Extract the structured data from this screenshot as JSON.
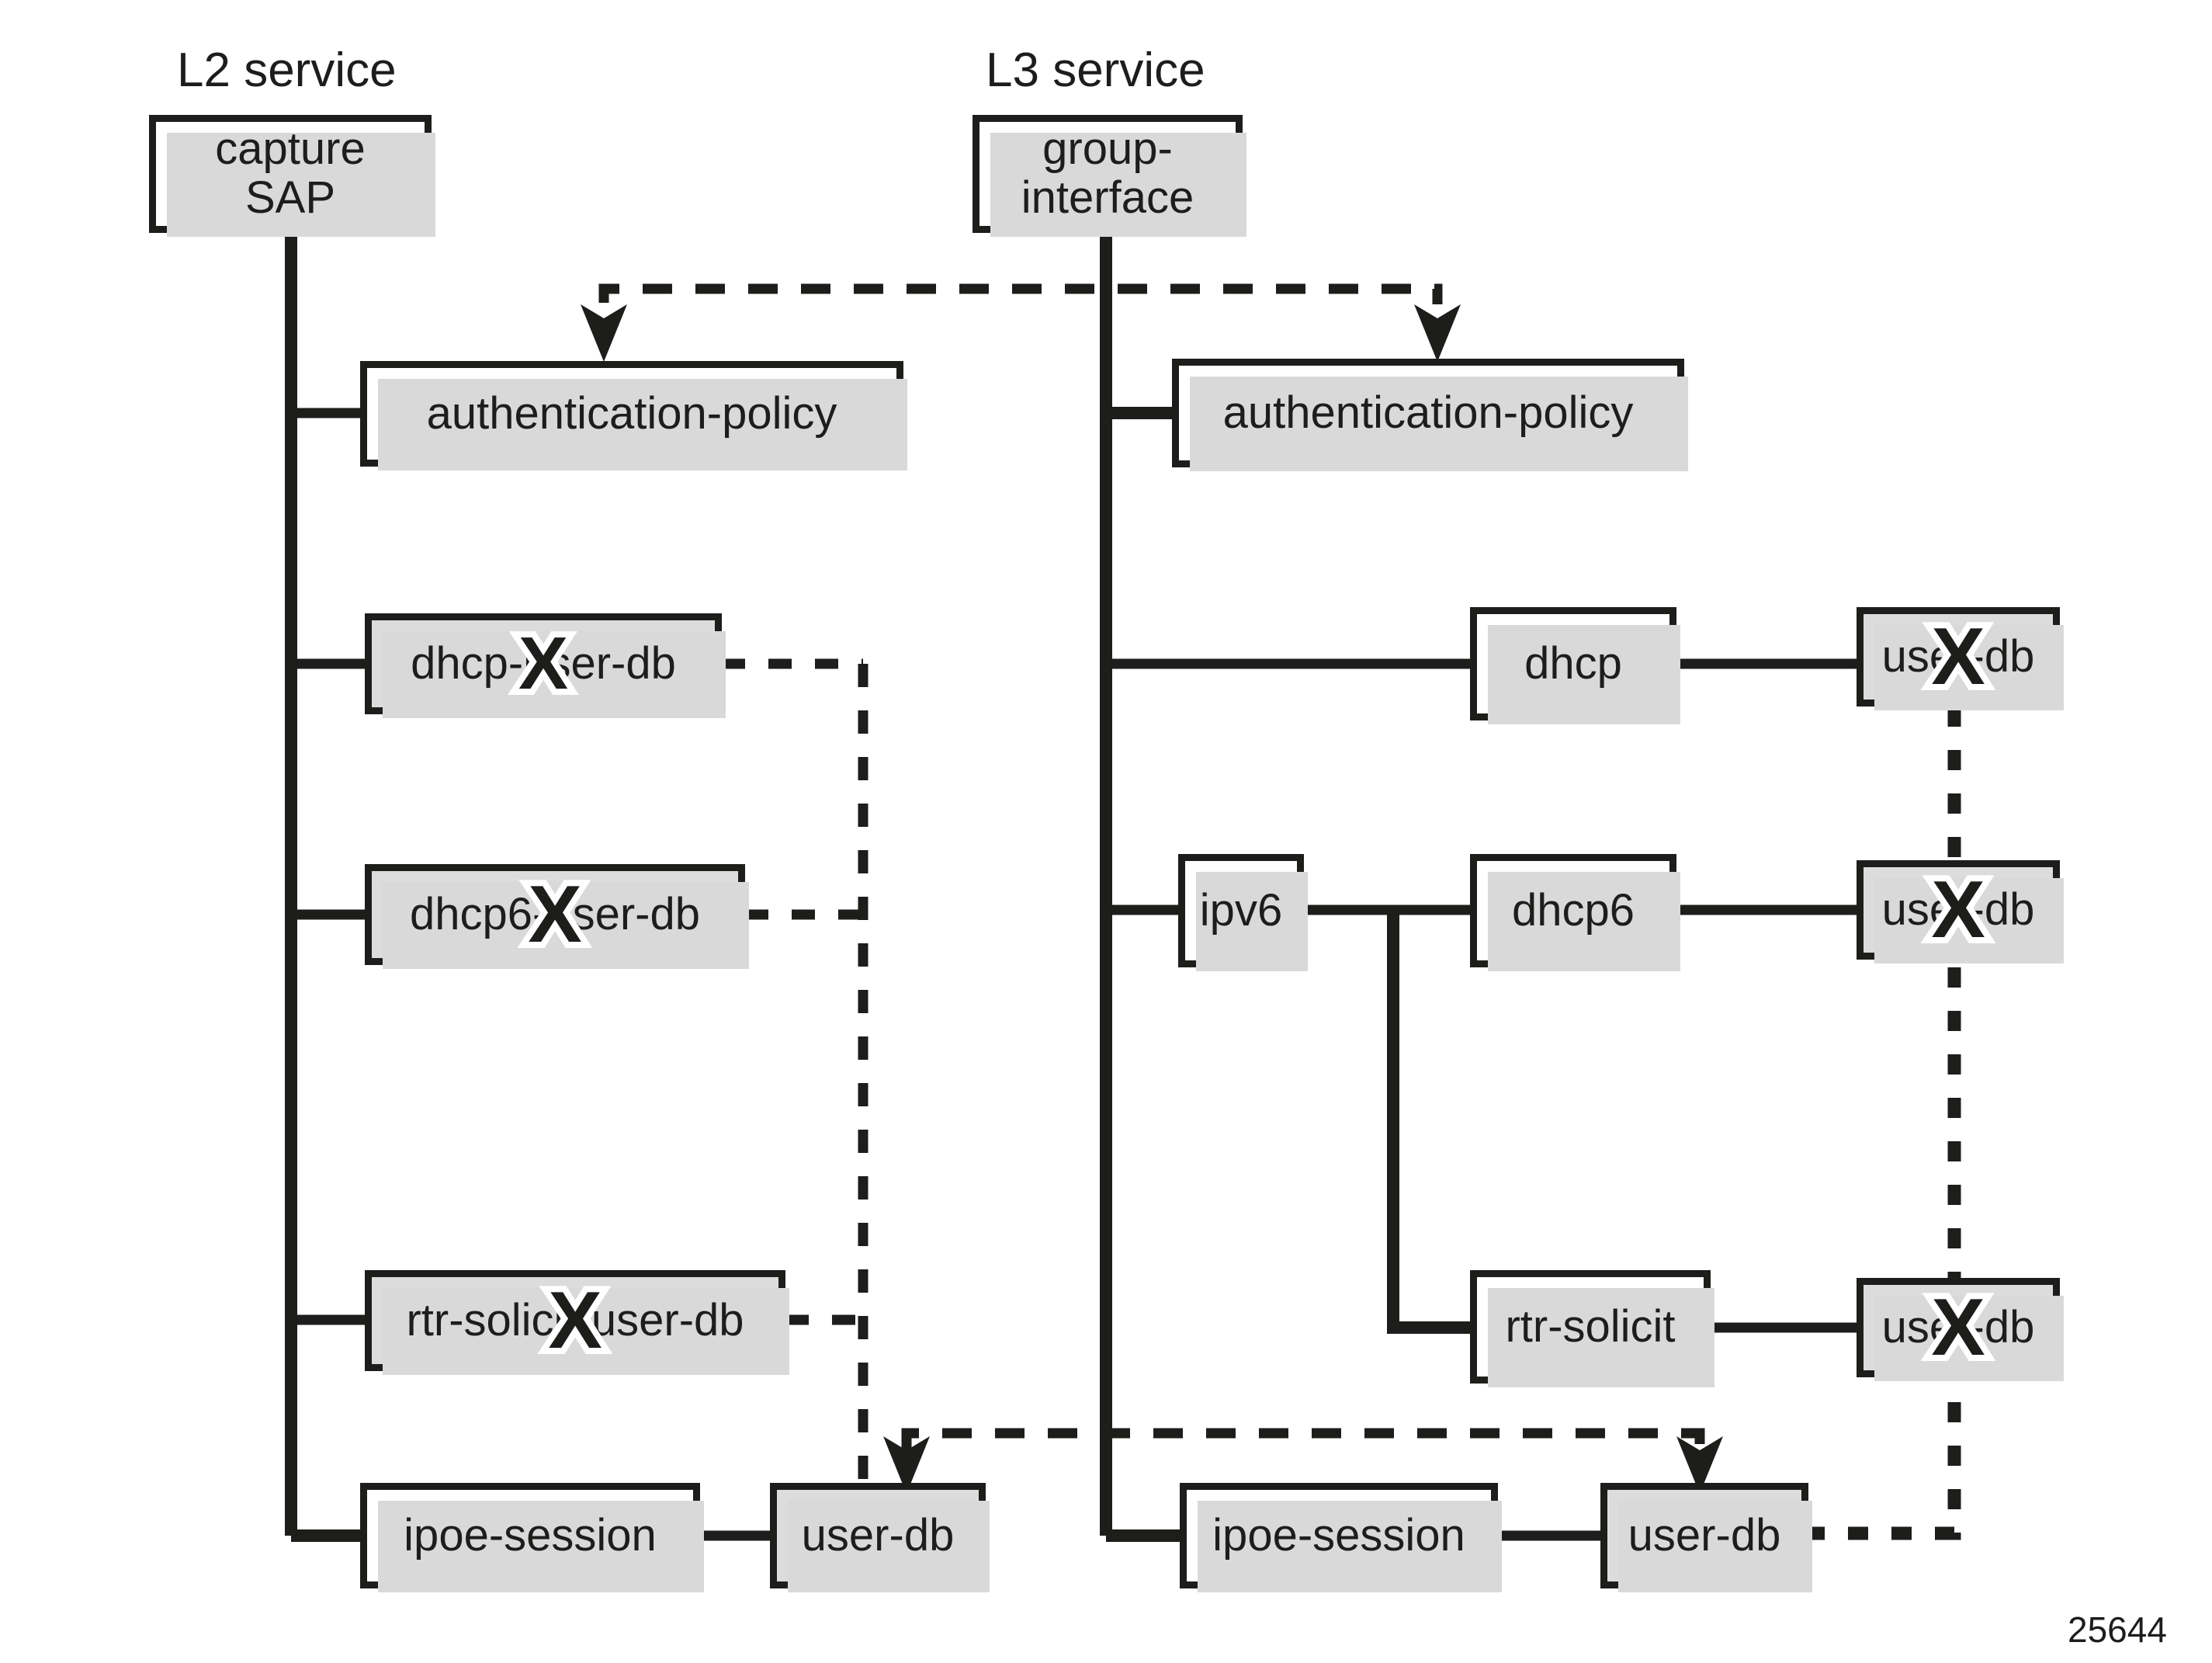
{
  "figure": {
    "number": "25644",
    "columns": [
      {
        "id": "l2",
        "caption": "L2 service",
        "root": "capture SAP"
      },
      {
        "id": "l3",
        "caption": "L3 service",
        "root": "group-interface"
      }
    ]
  },
  "l2_column": {
    "caption": "L2 service",
    "root_line1": "capture",
    "root_line2": "SAP",
    "nodes": [
      {
        "label": "authentication-policy",
        "shaded": false,
        "struck": false
      },
      {
        "label": "dhcp-user-db",
        "shaded": true,
        "struck": true
      },
      {
        "label": "dhcp6-user-db",
        "shaded": true,
        "struck": true
      },
      {
        "label": "rtr-solicit-user-db",
        "shaded": true,
        "struck": true
      },
      {
        "label": "ipoe-session",
        "shaded": false,
        "struck": false
      },
      {
        "label": "user-db",
        "shaded": true,
        "struck": false
      }
    ]
  },
  "l3_column": {
    "caption": "L3 service",
    "root_line1": "group-",
    "root_line2": "interface",
    "nodes": [
      {
        "label": "authentication-policy",
        "shaded": false,
        "struck": false
      },
      {
        "label": "dhcp",
        "shaded": false,
        "struck": false
      },
      {
        "label": "user-db",
        "shaded": true,
        "struck": true
      },
      {
        "label": "ipv6",
        "shaded": false,
        "struck": false
      },
      {
        "label": "dhcp6",
        "shaded": false,
        "struck": false
      },
      {
        "label": "user-db",
        "shaded": true,
        "struck": true
      },
      {
        "label": "rtr-solicit",
        "shaded": false,
        "struck": false
      },
      {
        "label": "user-db",
        "shaded": true,
        "struck": true
      },
      {
        "label": "ipoe-session",
        "shaded": false,
        "struck": false
      },
      {
        "label": "user-db",
        "shaded": true,
        "struck": false
      }
    ]
  },
  "marks": {
    "strike_glyph": "X"
  },
  "colors": {
    "ink": "#1d1d1b",
    "shaded_fill": "#dcdcdc",
    "shadow": "#d9d9d9",
    "page": "#ffffff"
  }
}
